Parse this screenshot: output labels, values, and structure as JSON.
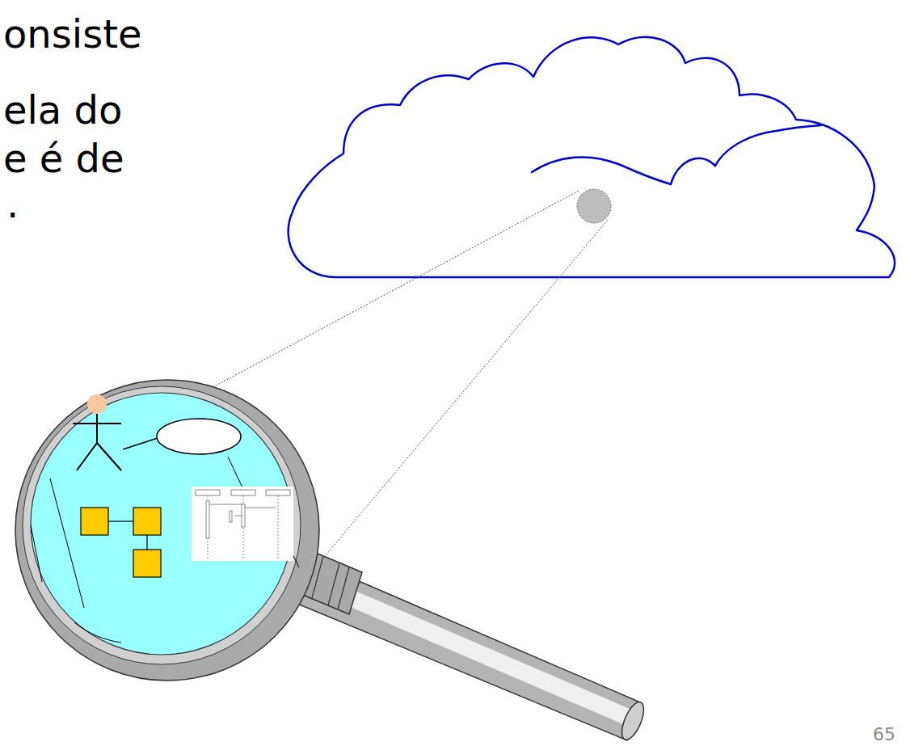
{
  "diagram": {
    "labels": [
      "onsiste",
      "ela do",
      "e é de",
      ".",
      "65"
    ]
  }
}
